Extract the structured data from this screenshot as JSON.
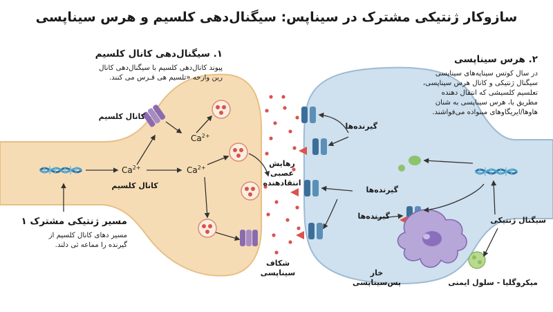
{
  "title": "سازوکار ژنتیکی مشترک در سیناپس: سیگنال‌دهی کلسیم و هرس سیناپسی",
  "section1": {
    "heading": "۱. سیگنال‌دهی کانال کلسیم",
    "text_line1": "پیوند کانال‌دهی کلسیم با سیگنال‌دهی کانال",
    "text_line2": "رین وارحه «تلسیم هی قـرس می کنند."
  },
  "section2": {
    "heading": "۲. هرس سیناپسی",
    "lines": [
      "در سال کوتس سیناپه‌های سیناپسی",
      "سیگنال ژنتیکی و کانال هرس سیناپسی،",
      "تعلسیم کلسیشی که انتقال دهنده",
      "مطریق با، هرس سیناپسی به شنان",
      "هاوها/ایریگاوهای مبنواده می‌فواشند."
    ]
  },
  "pathway1": {
    "heading": "مسیر ژنتیکی مشترک ۱",
    "line1": "مسیر دهای کانال کلسیم از",
    "line2": "گیرنده را مماعه ثی دلند."
  },
  "labels": {
    "calcium_channel_top": "کانال کلسیم",
    "calcium_channel_bottom": "کانال کلسیم",
    "ca": "Ca",
    "ca_sup": "2+",
    "neurotransmitter_release_1": "رهایش",
    "neurotransmitter_release_2": "عصبی",
    "neurotransmitter_release_3": "انتقادهنده",
    "synaptic_cleft_1": "شکاف",
    "synaptic_cleft_2": "سیناپسی",
    "receptors_1": "گیرنده‌ها",
    "receptors_2": "گیرنده‌ها",
    "receptors_3": "گیرنده‌ها",
    "genetic_signal": "سیگنال ژنتیکی",
    "spine_1": "خار",
    "spine_2": "پس‌سیناپسی",
    "microglia": "میکروگلیا - سلول ایمنی"
  },
  "colors": {
    "presynaptic": "#f6dcb4",
    "postsynaptic": "#cfe0ee",
    "channel": "#8b6bb0",
    "receptor": "#4a7fa8",
    "neurotransmitter": "#d9534f",
    "microglia": "#9b86c2",
    "lysosome": "#8dc26f"
  },
  "icons": [
    "dna-icon",
    "vesicle-icon",
    "calcium-channel-icon",
    "receptor-icon",
    "microglia-icon"
  ]
}
